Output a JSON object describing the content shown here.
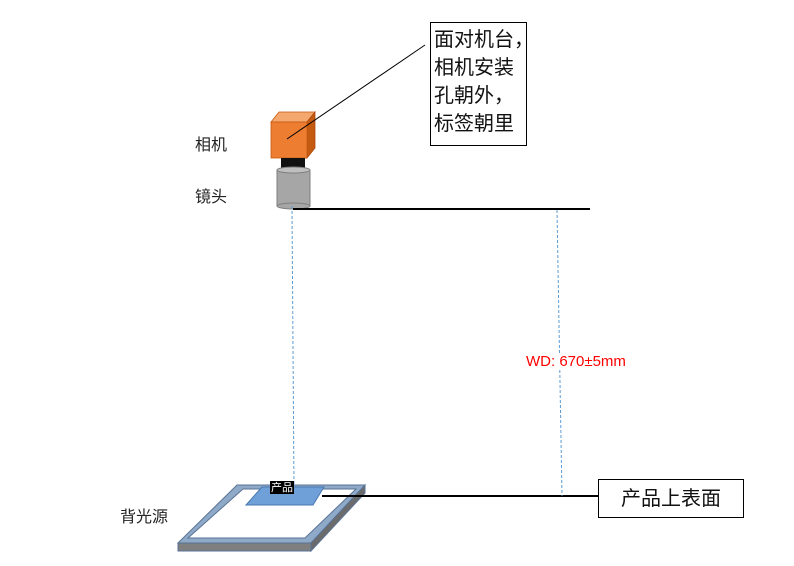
{
  "diagram": {
    "camera_label": "相机",
    "lens_label": "镜头",
    "backlight_label": "背光源",
    "product_tag": "产品",
    "note_lines": [
      "面对机台，",
      "相机安装",
      "孔朝外，",
      "标签朝里"
    ],
    "working_distance": "WD: 670±5mm",
    "surface_label": "产品上表面",
    "colors": {
      "camera": "#ED7D31",
      "camera_dark": "#C55A11",
      "lens": "#A6A6A6",
      "product": "#6FA0D8",
      "backlight_frame": "#7F7F7F",
      "wd_text": "#FF0000",
      "dashed_line": "#5B9BD5"
    }
  }
}
